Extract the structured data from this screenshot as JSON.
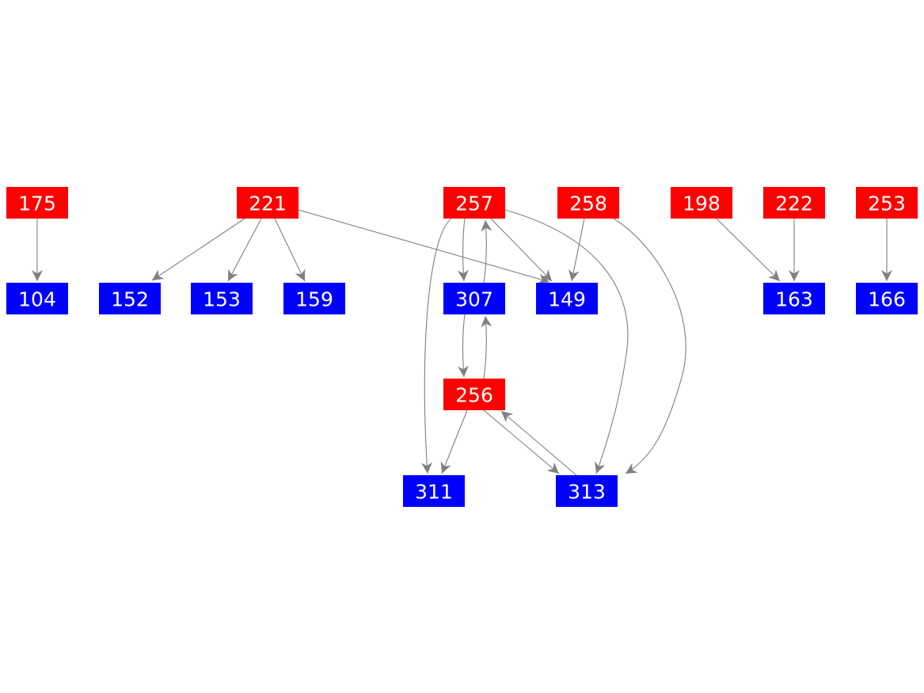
{
  "colors": {
    "source": "#ff0000",
    "target": "#0000ff",
    "edge": "#808080",
    "label": "#ffffff"
  },
  "nodes": [
    {
      "id": "175",
      "label": "175",
      "kind": "source"
    },
    {
      "id": "221",
      "label": "221",
      "kind": "source"
    },
    {
      "id": "257",
      "label": "257",
      "kind": "source"
    },
    {
      "id": "258",
      "label": "258",
      "kind": "source"
    },
    {
      "id": "198",
      "label": "198",
      "kind": "source"
    },
    {
      "id": "222",
      "label": "222",
      "kind": "source"
    },
    {
      "id": "253",
      "label": "253",
      "kind": "source"
    },
    {
      "id": "256",
      "label": "256",
      "kind": "source"
    },
    {
      "id": "104",
      "label": "104",
      "kind": "target"
    },
    {
      "id": "152",
      "label": "152",
      "kind": "target"
    },
    {
      "id": "153",
      "label": "153",
      "kind": "target"
    },
    {
      "id": "159",
      "label": "159",
      "kind": "target"
    },
    {
      "id": "307",
      "label": "307",
      "kind": "target"
    },
    {
      "id": "149",
      "label": "149",
      "kind": "target"
    },
    {
      "id": "163",
      "label": "163",
      "kind": "target"
    },
    {
      "id": "166",
      "label": "166",
      "kind": "target"
    },
    {
      "id": "311",
      "label": "311",
      "kind": "target"
    },
    {
      "id": "313",
      "label": "313",
      "kind": "target"
    }
  ],
  "edges": [
    {
      "from": "175",
      "to": "104"
    },
    {
      "from": "221",
      "to": "152"
    },
    {
      "from": "221",
      "to": "153"
    },
    {
      "from": "221",
      "to": "159"
    },
    {
      "from": "221",
      "to": "149"
    },
    {
      "from": "257",
      "to": "307"
    },
    {
      "from": "307",
      "to": "257"
    },
    {
      "from": "257",
      "to": "311"
    },
    {
      "from": "257",
      "to": "149"
    },
    {
      "from": "257",
      "to": "313"
    },
    {
      "from": "258",
      "to": "149"
    },
    {
      "from": "258",
      "to": "313"
    },
    {
      "from": "198",
      "to": "163"
    },
    {
      "from": "222",
      "to": "163"
    },
    {
      "from": "253",
      "to": "166"
    },
    {
      "from": "307",
      "to": "256"
    },
    {
      "from": "256",
      "to": "307"
    },
    {
      "from": "256",
      "to": "311"
    },
    {
      "from": "256",
      "to": "313"
    },
    {
      "from": "313",
      "to": "256"
    }
  ]
}
